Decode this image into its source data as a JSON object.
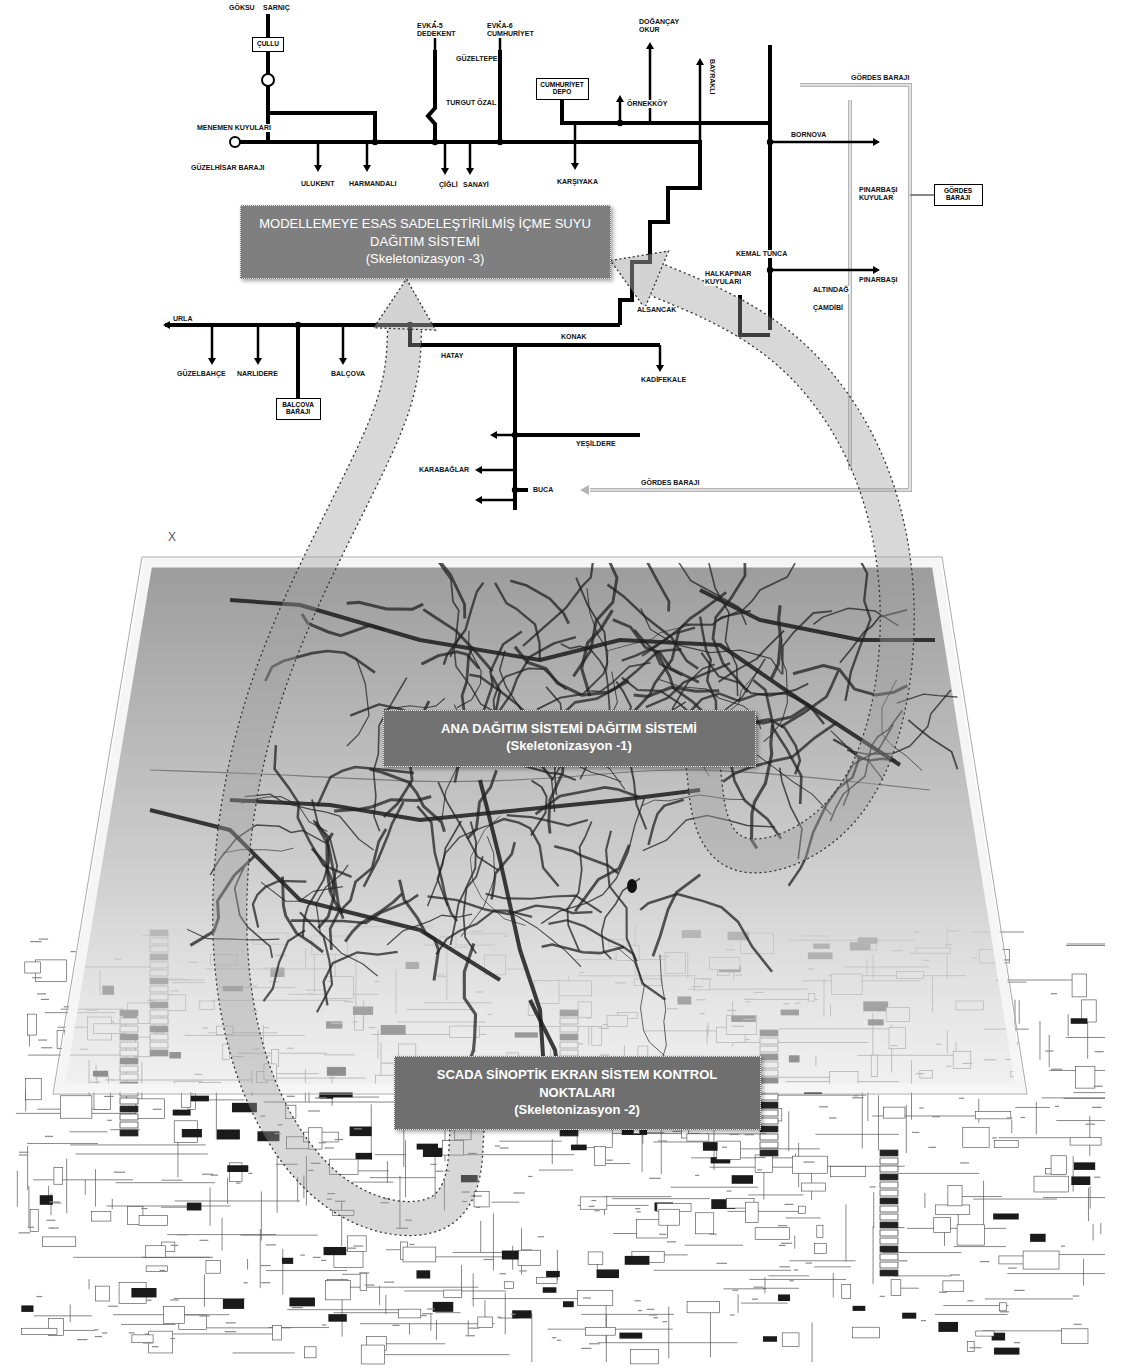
{
  "diagram": {
    "nodes": [
      {
        "text": [
          "ÇULLU"
        ]
      },
      {
        "text": [
          "CUMHURİYET DEPO"
        ]
      },
      {
        "text": [
          "GÖRDES BARAJI"
        ]
      },
      {
        "text": [
          "MODELLEMEYE ESAS SADELEŞTİRİLMİŞ İÇME SUYU DAĞITIM SİSTEMİ",
          "(Skeletonizasyon -3)"
        ]
      },
      {
        "text": [
          "BALÇOVA BARAJI"
        ]
      },
      {
        "text": [
          "ANA DAĞITIM SİSTEMİ DAĞITIM SİSTEMİ",
          "(Skeletonizasyon -1)"
        ]
      },
      {
        "text": [
          "SCADA SİNOPTİK EKRAN SİSTEM KONTROL NOKTALARI",
          "(Skeletonizasyon -2)"
        ]
      }
    ],
    "edges": [
      {
        "from": 6,
        "to": 3,
        "arrow": "to"
      },
      {
        "from": 5,
        "to": 3,
        "arrow": "to"
      }
    ],
    "labels": [
      "GÖKSU",
      "SARNIÇ",
      "MENEMEN KUYULARI",
      "GÜZELHİSAR BARAJI",
      "ULUKENT",
      "HARMANDALI",
      "EVKA-5 DEDEKENT",
      "EVKA-6 CUMHURİYET",
      "GÜZELTEPE",
      "TURGUT ÖZAL",
      "ÇİĞLİ",
      "SANAYİ",
      "ÖRNEKKÖY",
      "DOĞANÇAY OKUR",
      "BAYRAKLI",
      "KARŞIYAKA",
      "BORNOVA",
      "GÖRDES BARAJI",
      "PINARBAŞI KUYULAR",
      "KEMAL TUNCA",
      "PINARBAŞI",
      "ALTINDAĞ",
      "ÇAMDİBİ",
      "HALKAPINAR KUYULARI",
      "ALSANCAK",
      "URLA",
      "GÜZELBAHÇE",
      "NARLIDERE",
      "BALÇOVA",
      "HATAY",
      "KONAK",
      "KADİFEKALE",
      "YEŞİLDERE",
      "KARABAĞLAR",
      "BUCA",
      "GÖRDES BARAJI",
      "X"
    ]
  }
}
